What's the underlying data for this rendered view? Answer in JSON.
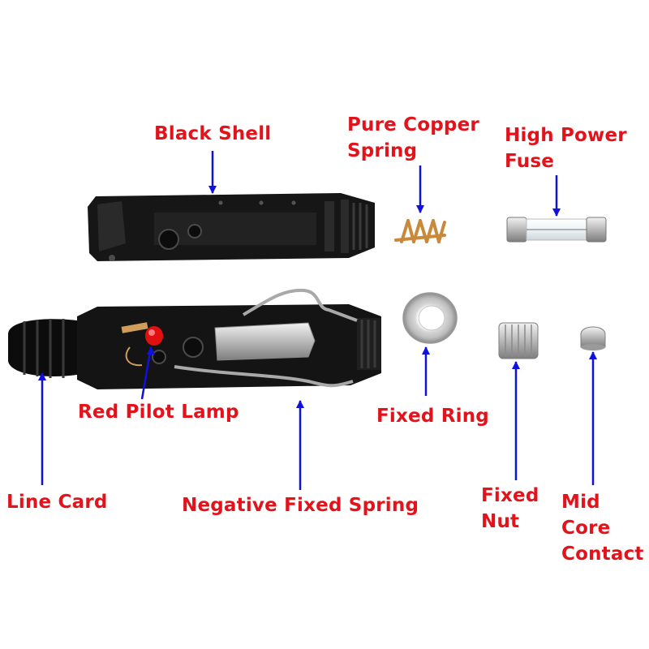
{
  "labels": {
    "black_shell": "Black Shell",
    "pure_copper_spring": [
      "Pure Copper",
      "Spring"
    ],
    "high_power_fuse": [
      "High Power",
      "Fuse"
    ],
    "red_pilot_lamp": "Red Pilot Lamp",
    "fixed_ring": "Fixed Ring",
    "line_card": "Line Card",
    "negative_fixed_spring": "Negative Fixed Spring",
    "fixed_nut": [
      "Fixed",
      "Nut"
    ],
    "mid_core_contact": [
      "Mid",
      "Core",
      "Contact"
    ]
  },
  "colors": {
    "label_text": "#e3131b",
    "arrow": "#1111dd",
    "shell": "#111111",
    "metal": "#c9c9c9",
    "copper": "#c8893a",
    "lamp": "#e01010"
  }
}
